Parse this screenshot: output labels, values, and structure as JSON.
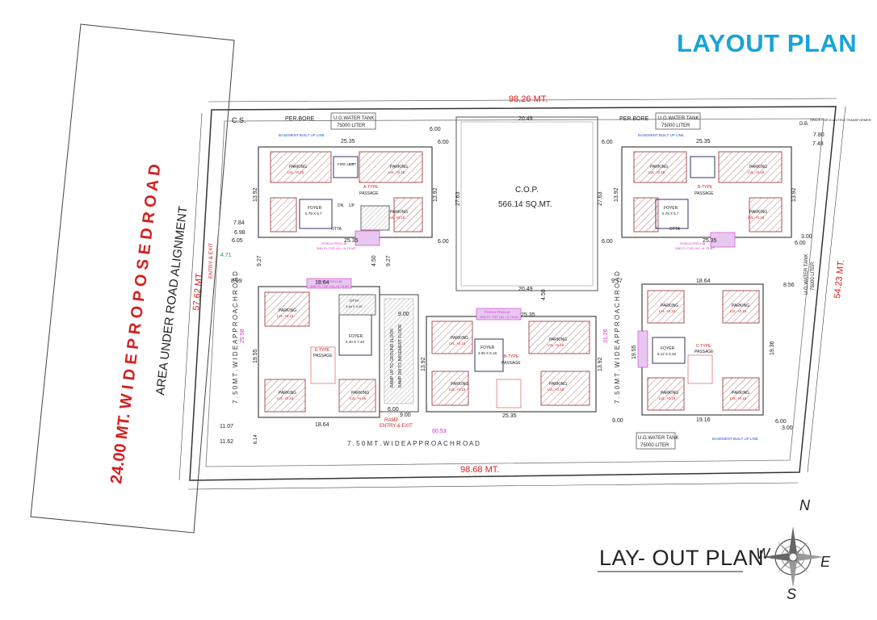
{
  "title": "LAYOUT PLAN",
  "subtitle": "LAY- OUT PLAN",
  "colors": {
    "title": "#1aa3d6",
    "dimension": "#d42020",
    "pink": "#d12fd1",
    "green": "#1a9a3a",
    "blue": "#2255cc"
  },
  "road": {
    "main": "24.00 MT.  W I D E  P R O P O S E D  R O A D",
    "alignment": "AREA UNDER ROAD ALIGNMENT",
    "approach_bottom": "7 . 5 0  M T .  W I D E  A P P R O A C H  R O A D",
    "approach_left": "7 . 5 0  M T .  W I D E  A P P R O A C H  R O A D",
    "approach_mid": "7 . 5 0  M T .  W I D E  A P P R O A C H  R O A D"
  },
  "dimensions": {
    "top": "98.26 MT.",
    "bottom": "98.68 MT.",
    "left": "57.62 MT.",
    "right": "54.23 MT.",
    "d2049a": "20.49",
    "d2049b": "20.49",
    "d2535a": "25.35",
    "d2535b": "25.35",
    "d2535c": "25.35",
    "d2535d": "25.35",
    "d2535e": "25.35",
    "d2535f": "25.35",
    "d2763a": "27.63",
    "d2763b": "27.63",
    "d1392a": "13.92",
    "d1392b": "13.92",
    "d1392c": "13.92",
    "d1392d": "13.92",
    "d1392e": "13.92",
    "d1392f": "13.92",
    "d1864a": "18.64",
    "d1864b": "18.64",
    "d1864c": "18.64",
    "d1916": "19.16",
    "d1955a": "19.55",
    "d1955b": "19.55",
    "d1936": "19.36",
    "d600": "6.00",
    "d300": "3.00",
    "d450": "4.50",
    "d927": "9.27",
    "d900": "9.00",
    "d917": "9.17",
    "d784": "7.84",
    "d698": "6.98",
    "d605": "6.05",
    "d899": "8.99",
    "d471": "4.71",
    "d1107": "11.07",
    "d1162": "11.62",
    "d780": "7.80",
    "d748": "7.48",
    "d856": "8.56",
    "d6053": "60.53",
    "d2958": "29.58",
    "d3126": "31.26",
    "d614": "6.14"
  },
  "labels": {
    "cs": "C.S.",
    "db": "D.B.",
    "perbore": "PER.BORE",
    "ugtank": "U.G.WATER TANK",
    "liter": "75000 LITER",
    "basement_line": "BASEMENT BUILT UP LINE",
    "transformer": "SPACE FOR ELECTRIC TRANSFORMER",
    "cop": "C.O.P.",
    "cop_area": "566.14 SQ.MT.",
    "entry_exit": "ENTRY & EXIT",
    "ramp": "RAMP",
    "ramp_text1": "RAMP UP TO GROUND FLOOR",
    "ramp_text2": "RAMP DN TO BASEMENT FLOOR",
    "parking": "PARKING",
    "lvl": "LVL.+0.15",
    "foyer": "FOYER",
    "fire_lift": "FIRE LIFT",
    "lift": "LIFT",
    "passage": "PASSAGE",
    "dn": "DN",
    "up": "UP",
    "otta": "OTTA",
    "porch": "PORCH PROJ.@",
    "porch2": "2ND FL TOP LVL.+6.75 MT.",
    "a_type": "A-TYPE",
    "b_type": "B-TYPE",
    "c_type": "C-TYPE",
    "e_type": "E-TYPE",
    "foyer_a": "5.78 X 5.7",
    "foyer_e": "4.40 X 7.40",
    "otta_e": "3.46 X 4.45",
    "foyer_b": "3.05 X 5.19",
    "foyer_c": "5.12 X 5.46",
    "w": "\"W\""
  },
  "compass": {
    "n": "N",
    "s": "S",
    "e": "E",
    "w": "W"
  }
}
